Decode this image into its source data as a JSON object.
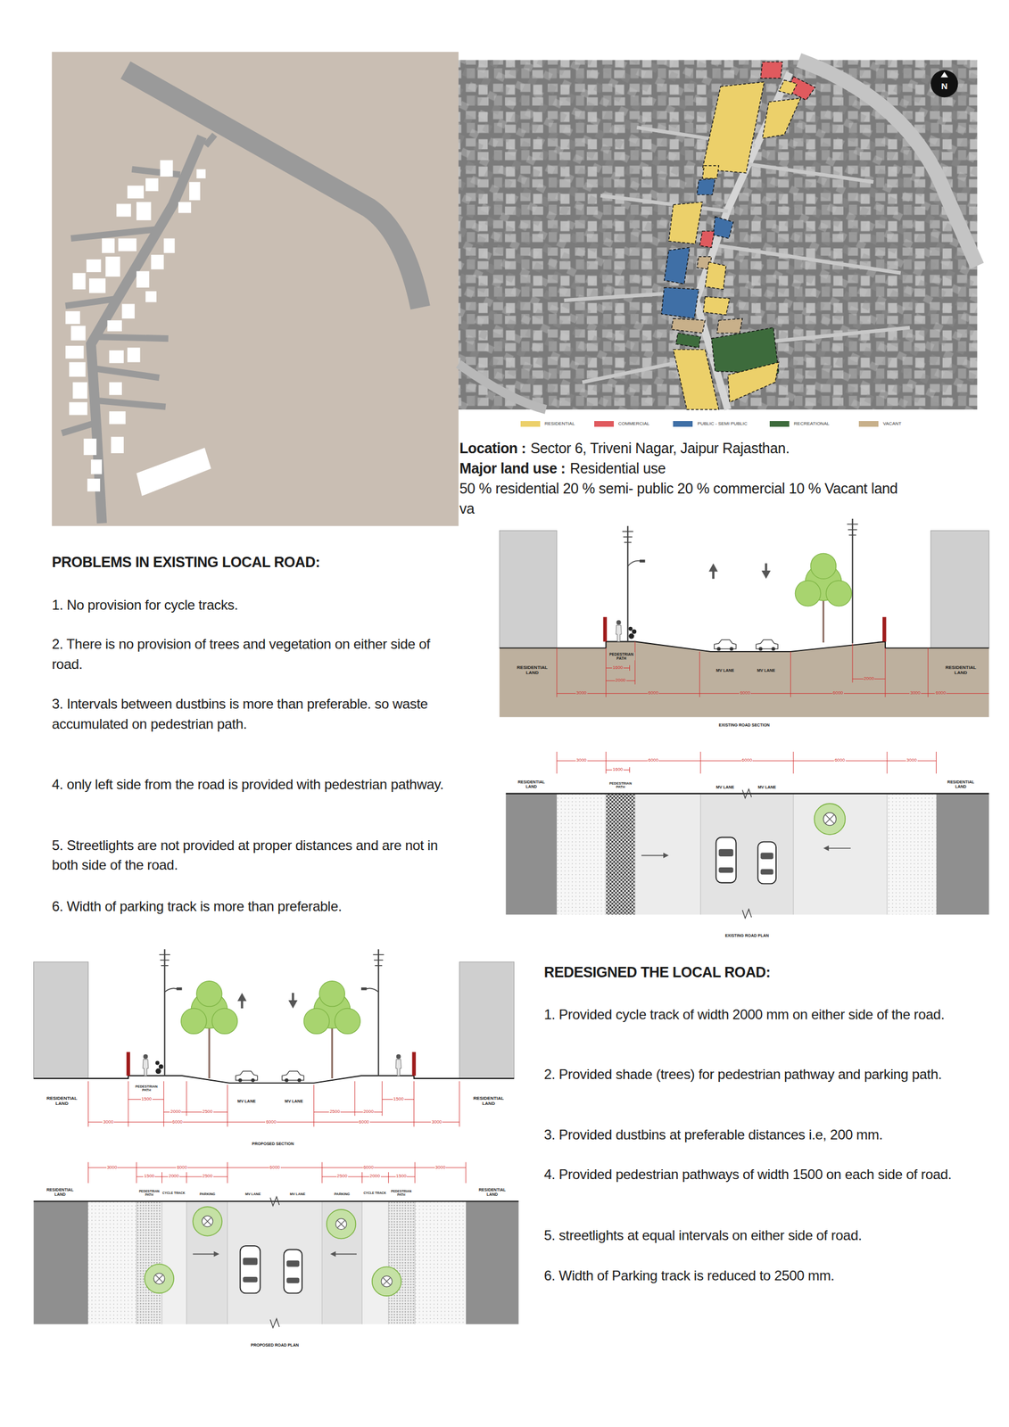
{
  "diagram": {
    "nodes": [
      {
        "text": [
          "N"
        ]
      }
    ],
    "labels": [
      "Location :",
      "Sector 6, Triveni Nagar, Jaipur Rajasthan.",
      "Major land use :",
      "Residential use",
      "50 % residential 20 % semi- public 20 % commercial 10 % Vacant land",
      "va",
      "PROBLEMS IN EXISTING LOCAL ROAD:",
      "1. No provision for cycle tracks.",
      "2. There is no provision of trees and vegetation on either side of road.",
      "3. Intervals between dustbins is more than preferable. so waste accumulated on pedestrian path.",
      "4. only left side from the road is provided with pedestrian pathway.",
      "5. Streetlights are not provided at proper distances and are not in both side of the road.",
      "6. Width of parking track is more than preferable.",
      "RESIDENTIAL LAND",
      "PEDESTRIAN PATH",
      "1600",
      "2000",
      "3000",
      "6000",
      "MV LANE",
      "MV LANE",
      "6000",
      "6000",
      "2000",
      "RESIDENTIAL LAND",
      "3000",
      "6000",
      "EXISTING ROAD SECTION",
      "3000",
      "6000",
      "6000",
      "6000",
      "3000",
      "1600",
      "RESIDENTIAL LAND",
      "PEDESTRIAN PATH",
      "MV LANE",
      "MV LANE",
      "RESIDENTIAL LAND",
      "EXISTING ROAD PLAN",
      "RESIDENTIAL LAND",
      "PEDESTRIAN PATH",
      "1500",
      "2000",
      "2500",
      "6000",
      "MV LANE",
      "MV LANE",
      "6000",
      "2500",
      "2000",
      "6000",
      "1500",
      "3000",
      "3000",
      "RESIDENTIAL LAND",
      "PROPOSED SECTION",
      "3000",
      "6000",
      "6000",
      "6000",
      "3000",
      "1500",
      "2000",
      "2500",
      "2500",
      "2000",
      "1500",
      "RESIDENTIAL LAND",
      "PEDESTRIAN PATH",
      "CYCLE TRACK",
      "PARKING",
      "MV LANE",
      "MV LANE",
      "PARKING",
      "CYCLE TRACK",
      "PEDESTRIAN PATH",
      "RESIDENTIAL LAND",
      "PROPOSED ROAD PLAN",
      "REDESIGNED THE LOCAL ROAD:",
      "1. Provided cycle track of width 2000 mm on either side of the road.",
      "2. Provided shade (trees) for pedestrian pathway and parking path.",
      "3. Provided dustbins at preferable distances i.e, 200 mm.",
      "4. Provided pedestrian pathways of width 1500 on each side of road.",
      "5. streetlights at equal intervals on either side of road.",
      "6. Width of Parking track is reduced to 2500 mm."
    ],
    "legend": [
      {
        "text": "RESIDENTIAL",
        "color": "#ecd06a"
      },
      {
        "text": "COMMERCIAL",
        "color": "#e05a5e"
      },
      {
        "text": "PUBLIC - SEMI PUBLIC",
        "color": "#3f6fa6"
      },
      {
        "text": "RECREATIONAL",
        "color": "#3d6b3c"
      },
      {
        "text": "VACANT",
        "color": "#c8b08a"
      }
    ]
  }
}
